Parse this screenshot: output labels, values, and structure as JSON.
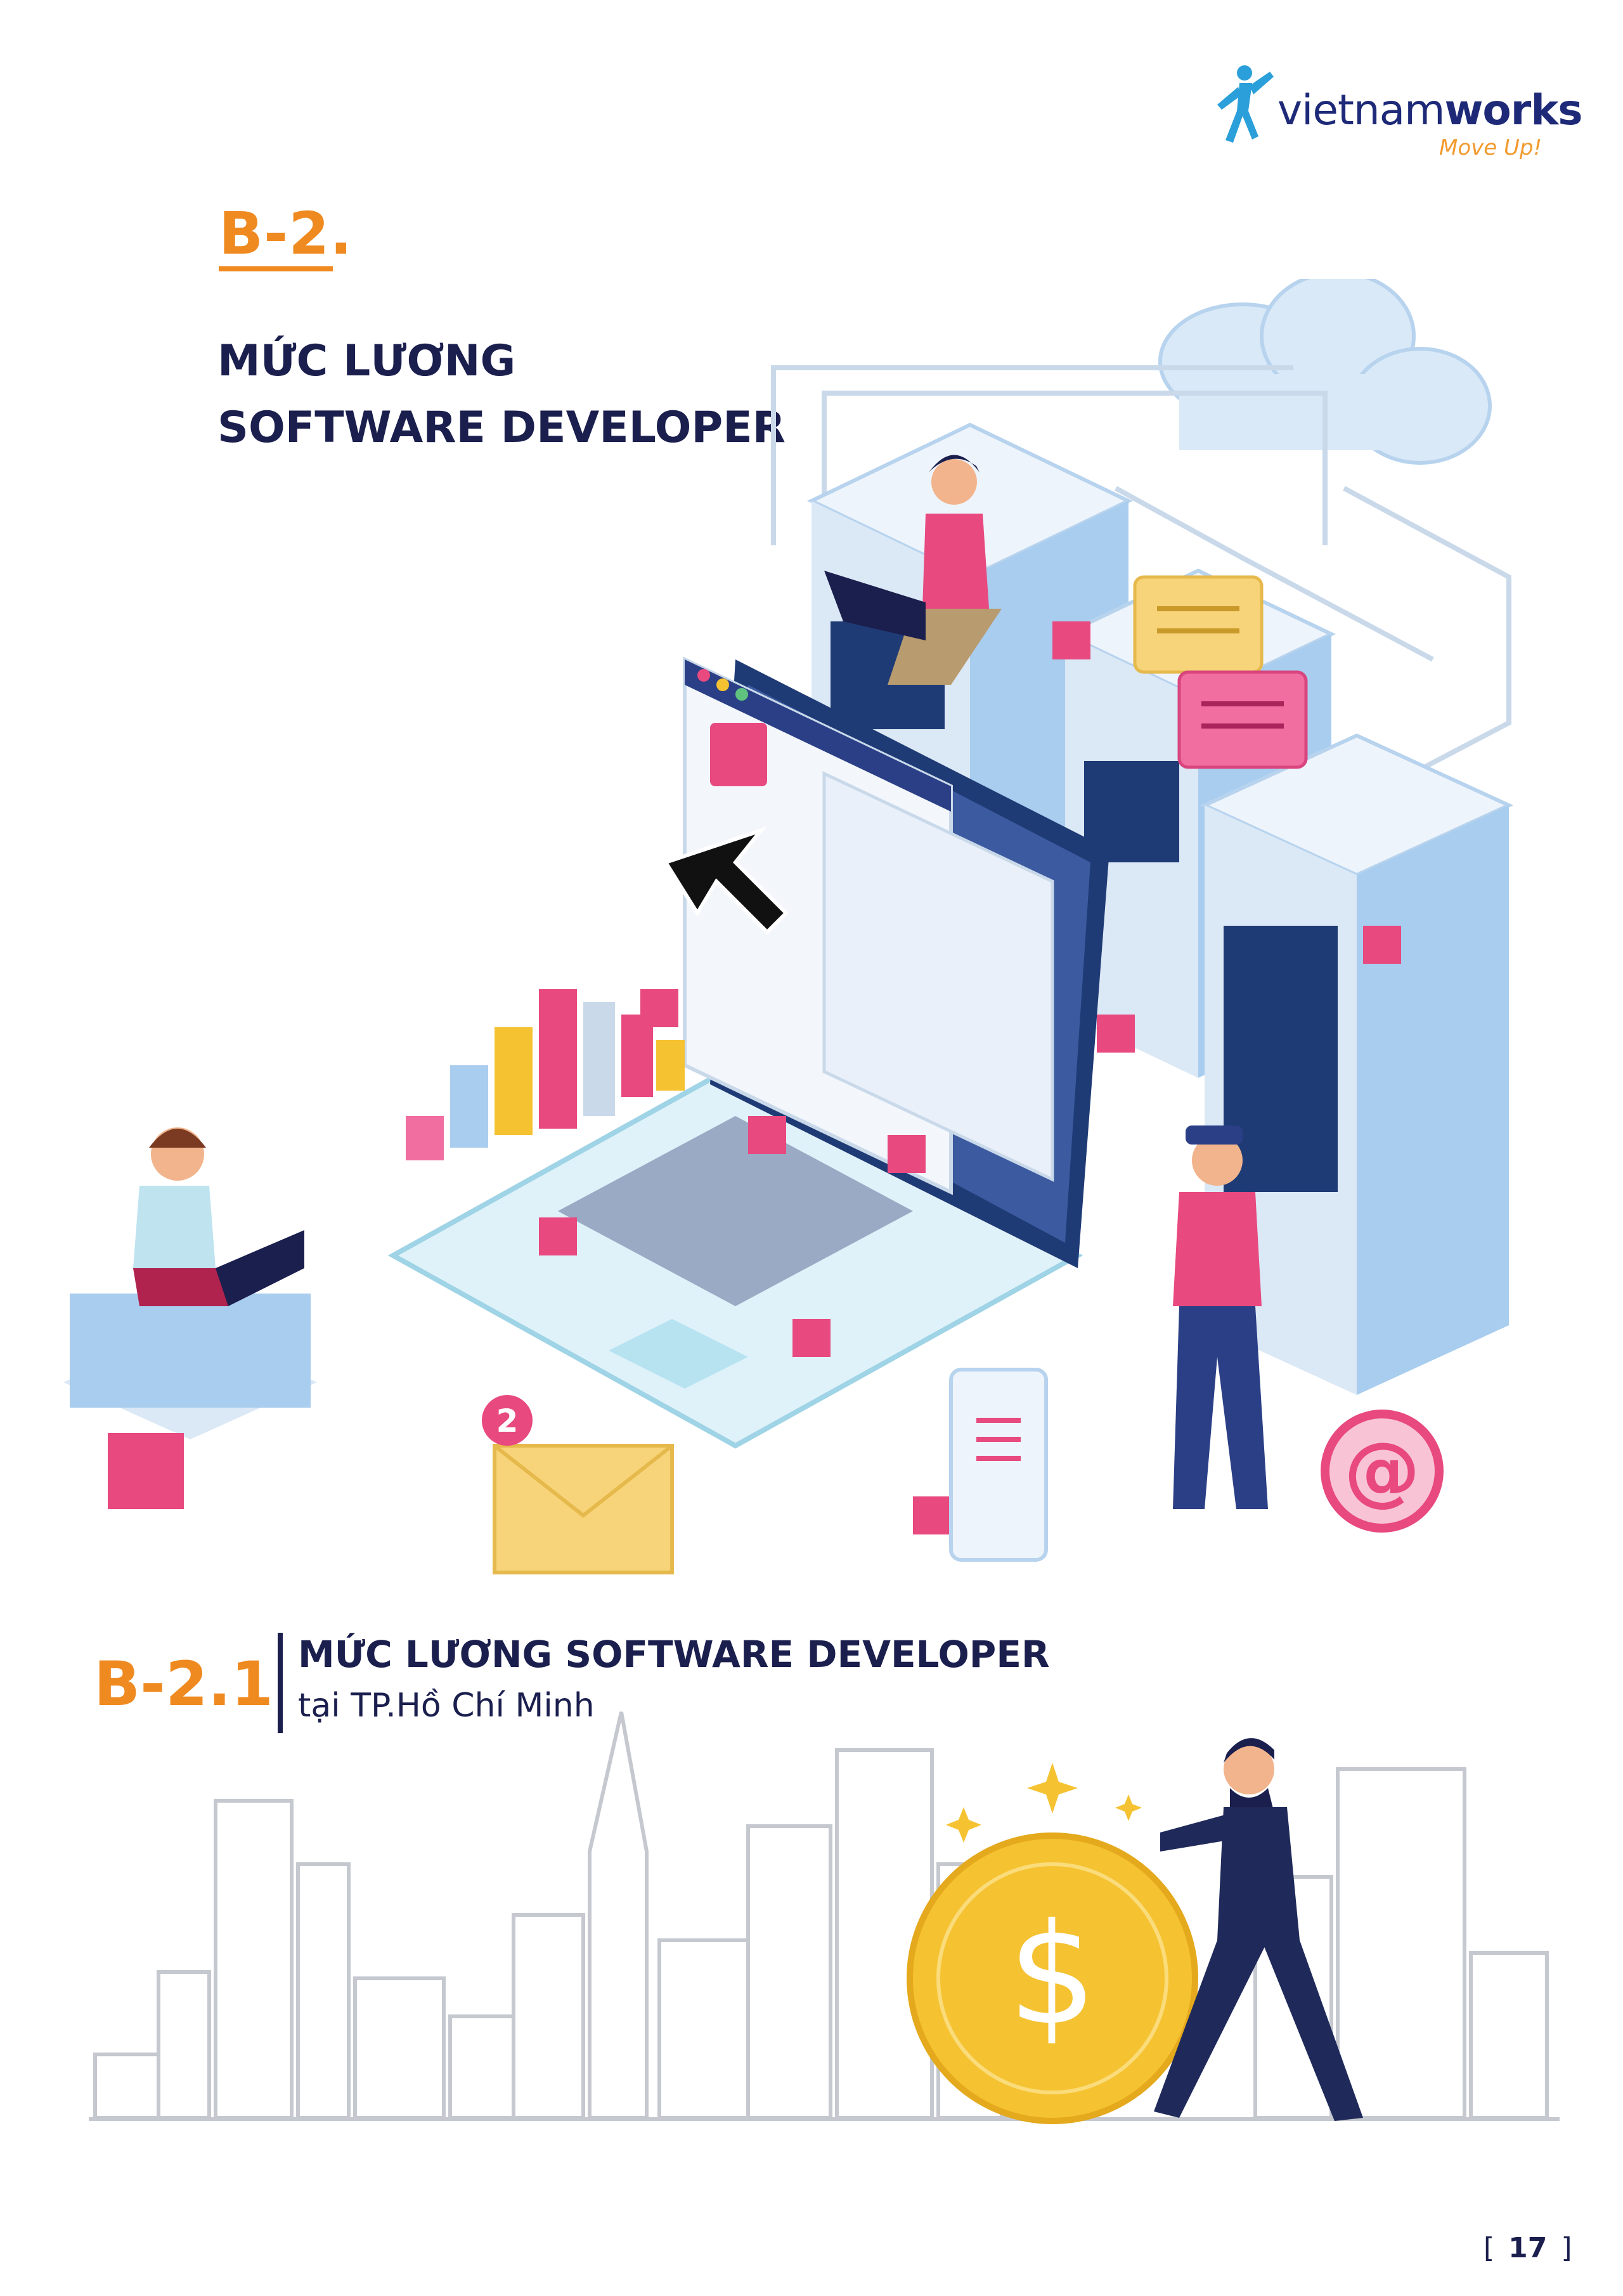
{
  "logo": {
    "word_regular": "vietnam",
    "word_bold": "works",
    "tagline": "Move Up!"
  },
  "section": {
    "code": "B-2.",
    "title_line1": "MỨC LƯƠNG",
    "title_line2": "SOFTWARE DEVELOPER"
  },
  "subsection": {
    "code": "B-2.1",
    "title": "MỨC LƯƠNG SOFTWARE DEVELOPER",
    "subtitle": "tại TP.Hồ Chí Minh"
  },
  "illustration": {
    "notification_count": "2",
    "email_symbol": "@",
    "coin_symbol": "$"
  },
  "page": {
    "open_bracket": "[",
    "number": "17",
    "close_bracket": "]"
  },
  "colors": {
    "orange": "#ef8a21",
    "navy": "#1b1f4e",
    "pink": "#e8497f",
    "light_blue": "#cfe3f5",
    "gold": "#f5c232"
  }
}
